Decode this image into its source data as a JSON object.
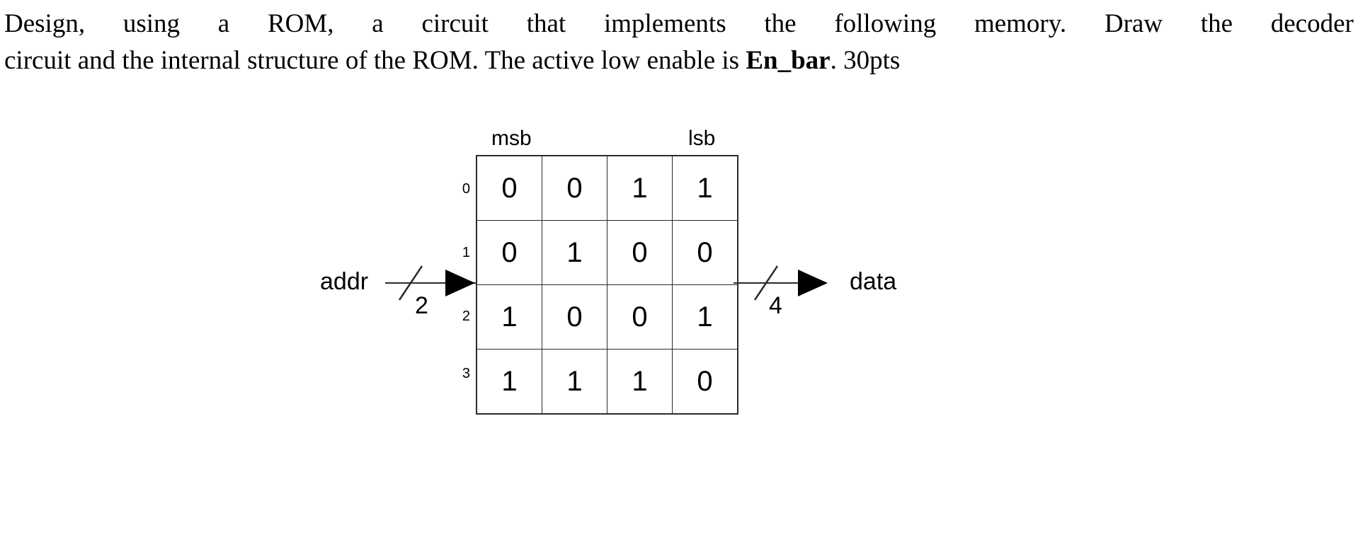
{
  "problem": {
    "line1_words": [
      "Design,",
      "using",
      "a",
      "ROM,",
      "a",
      "circuit",
      "that",
      "implements",
      "the",
      "following",
      "memory.",
      "Draw",
      "the",
      "decoder"
    ],
    "line2_prefix": "circuit and the internal structure of the ROM. The active low enable is ",
    "line2_bold": "En_bar",
    "line2_suffix": ". 30pts",
    "full_text": "Design, using a ROM, a circuit that implements the following memory. Draw the decoder circuit and the internal structure of the ROM. The active low enable is En_bar. 30pts"
  },
  "diagram": {
    "msb_label": "msb",
    "lsb_label": "lsb",
    "addr_label": "addr",
    "addr_bus_width": "2",
    "data_label": "data",
    "data_bus_width": "4",
    "row_indices": [
      "0",
      "1",
      "2",
      "3"
    ],
    "memory_rows": [
      [
        "0",
        "0",
        "1",
        "1"
      ],
      [
        "0",
        "1",
        "0",
        "0"
      ],
      [
        "1",
        "0",
        "0",
        "1"
      ],
      [
        "1",
        "1",
        "1",
        "0"
      ]
    ],
    "line_color": "#2b2b2b",
    "arrow_color": "#000000",
    "background_color": "#ffffff"
  }
}
